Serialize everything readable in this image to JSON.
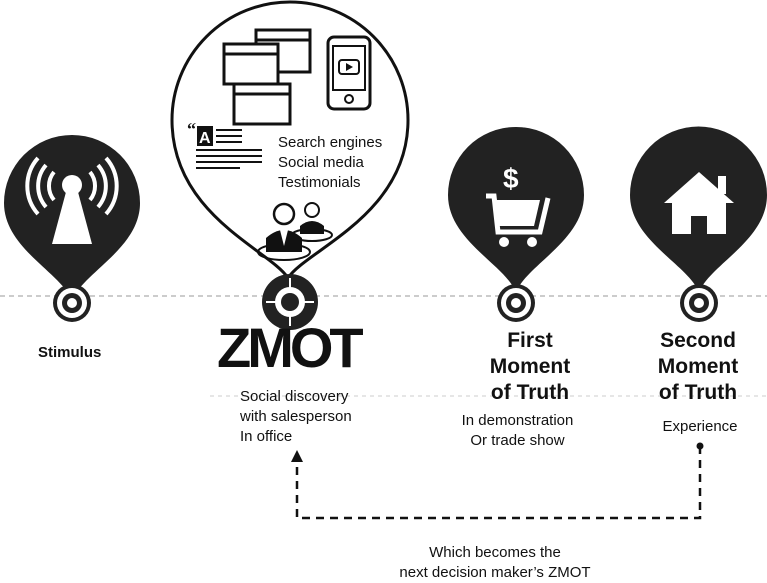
{
  "stimulus": {
    "label": "Stimulus"
  },
  "zmot": {
    "title": "ZMOT",
    "sources": [
      "Search engines",
      "Social media",
      "Testimonials"
    ],
    "details": [
      "Social discovery",
      "with salesperson",
      "In office"
    ]
  },
  "first_moment": {
    "title": [
      "First",
      "Moment",
      "of Truth"
    ],
    "details": [
      "In demonstration",
      "Or trade show"
    ]
  },
  "second_moment": {
    "title": [
      "Second",
      "Moment",
      "of Truth"
    ],
    "details": [
      "Experience"
    ]
  },
  "loop_note": [
    "Which becomes the",
    "next decision maker’s ZMOT"
  ],
  "icons": {
    "stimulus": "broadcast-signal-icon",
    "zmot_media": [
      "browser-window-icon",
      "smartphone-video-icon",
      "article-quote-icon",
      "people-icon"
    ],
    "first_moment": "shopping-cart-dollar-icon",
    "second_moment": "house-icon"
  },
  "colors": {
    "pin": "#222222",
    "line": "#bbbbbb",
    "text": "#111111",
    "background": "#ffffff"
  }
}
